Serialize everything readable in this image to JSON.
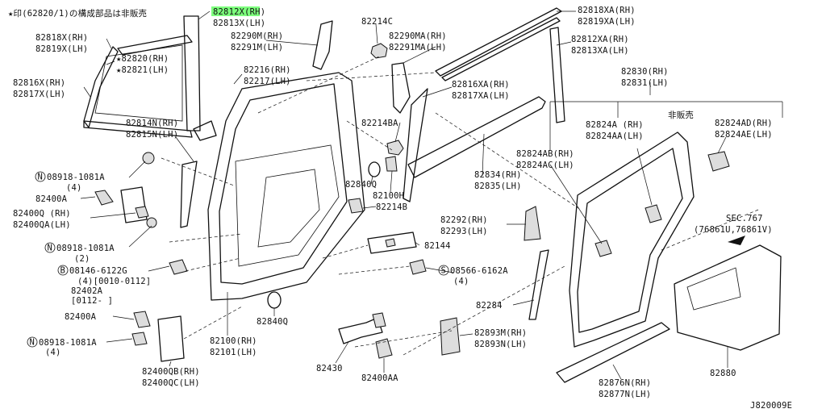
{
  "note": "★印(62820/1)の構成部品は非販売",
  "diagram_id": "J820009E",
  "not_sold": "非販売",
  "parts": [
    {
      "id": "p01",
      "label": "82812X(RH)",
      "highlight": true
    },
    {
      "id": "p02",
      "label": "82813X(LH)"
    },
    {
      "id": "p03",
      "label": "82818X(RH)"
    },
    {
      "id": "p04",
      "label": "82819X(LH)"
    },
    {
      "id": "p05",
      "label": "★82820(RH)"
    },
    {
      "id": "p06",
      "label": "★82821(LH)"
    },
    {
      "id": "p07",
      "label": "82816X(RH)"
    },
    {
      "id": "p08",
      "label": "82817X(LH)"
    },
    {
      "id": "p09",
      "label": "82290M(RH)"
    },
    {
      "id": "p10",
      "label": "82291M(LH)"
    },
    {
      "id": "p11",
      "label": "82214C"
    },
    {
      "id": "p12",
      "label": "82290MA(RH)"
    },
    {
      "id": "p13",
      "label": "82291MA(LH)"
    },
    {
      "id": "p14",
      "label": "82818XA(RH)"
    },
    {
      "id": "p15",
      "label": "82819XA(LH)"
    },
    {
      "id": "p16",
      "label": "82812XA(RH)"
    },
    {
      "id": "p17",
      "label": "82813XA(LH)"
    },
    {
      "id": "p18",
      "label": "82216(RH)"
    },
    {
      "id": "p19",
      "label": "82217(LH)"
    },
    {
      "id": "p20",
      "label": "82816XA(RH)"
    },
    {
      "id": "p21",
      "label": "82817XA(LH)"
    },
    {
      "id": "p22",
      "label": "82830(RH)"
    },
    {
      "id": "p23",
      "label": "82831(LH)"
    },
    {
      "id": "p24",
      "label": "82814N(RH)"
    },
    {
      "id": "p25",
      "label": "82815N(LH)"
    },
    {
      "id": "p26",
      "label": "82214BA"
    },
    {
      "id": "p27",
      "label": "82824A (RH)"
    },
    {
      "id": "p28",
      "label": "82824AA(LH)"
    },
    {
      "id": "p29",
      "label": "82824AD(RH)"
    },
    {
      "id": "p30",
      "label": "82824AE(LH)"
    },
    {
      "id": "p31",
      "label": "82824AB(RH)"
    },
    {
      "id": "p32",
      "label": "82824AC(LH)"
    },
    {
      "id": "p33",
      "label": "08918-1081A"
    },
    {
      "id": "p34",
      "label": "(4)"
    },
    {
      "id": "p35",
      "label": "82834(RH)"
    },
    {
      "id": "p36",
      "label": "82835(LH)"
    },
    {
      "id": "p37",
      "label": "82840Q"
    },
    {
      "id": "p38",
      "label": "82100H"
    },
    {
      "id": "p39",
      "label": "82400A"
    },
    {
      "id": "p40",
      "label": "82214B"
    },
    {
      "id": "p41",
      "label": "82400Q (RH)"
    },
    {
      "id": "p42",
      "label": "82400QA(LH)"
    },
    {
      "id": "p43",
      "label": "82292(RH)"
    },
    {
      "id": "p44",
      "label": "82293(LH)"
    },
    {
      "id": "p45",
      "label": "SEC.767"
    },
    {
      "id": "p46",
      "label": "(76861U,76861V)"
    },
    {
      "id": "p47",
      "label": "08918-1081A"
    },
    {
      "id": "p48",
      "label": "(2)"
    },
    {
      "id": "p49",
      "label": "82144"
    },
    {
      "id": "p50",
      "label": "08146-6122G"
    },
    {
      "id": "p51",
      "label": "(4)[0010-0112]"
    },
    {
      "id": "p52",
      "label": "82402A"
    },
    {
      "id": "p53",
      "label": "[0112-      ]"
    },
    {
      "id": "p54",
      "label": "08566-6162A"
    },
    {
      "id": "p55",
      "label": "(4)"
    },
    {
      "id": "p56",
      "label": "82284"
    },
    {
      "id": "p57",
      "label": "82400A"
    },
    {
      "id": "p58",
      "label": "82840Q"
    },
    {
      "id": "p59",
      "label": "08918-1081A"
    },
    {
      "id": "p60",
      "label": "(4)"
    },
    {
      "id": "p61",
      "label": "82100(RH)"
    },
    {
      "id": "p62",
      "label": "82101(LH)"
    },
    {
      "id": "p63",
      "label": "82893M(RH)"
    },
    {
      "id": "p64",
      "label": "82893N(LH)"
    },
    {
      "id": "p65",
      "label": "82400QB(RH)"
    },
    {
      "id": "p66",
      "label": "82400QC(LH)"
    },
    {
      "id": "p67",
      "label": "82430"
    },
    {
      "id": "p68",
      "label": "82400AA"
    },
    {
      "id": "p69",
      "label": "82876N(RH)"
    },
    {
      "id": "p70",
      "label": "82877N(LH)"
    },
    {
      "id": "p71",
      "label": "82880"
    }
  ],
  "circle_symbols": [
    {
      "id": "c1",
      "letter": "N"
    },
    {
      "id": "c2",
      "letter": "N"
    },
    {
      "id": "c3",
      "letter": "B"
    },
    {
      "id": "c4",
      "letter": "S"
    },
    {
      "id": "c5",
      "letter": "N"
    }
  ]
}
